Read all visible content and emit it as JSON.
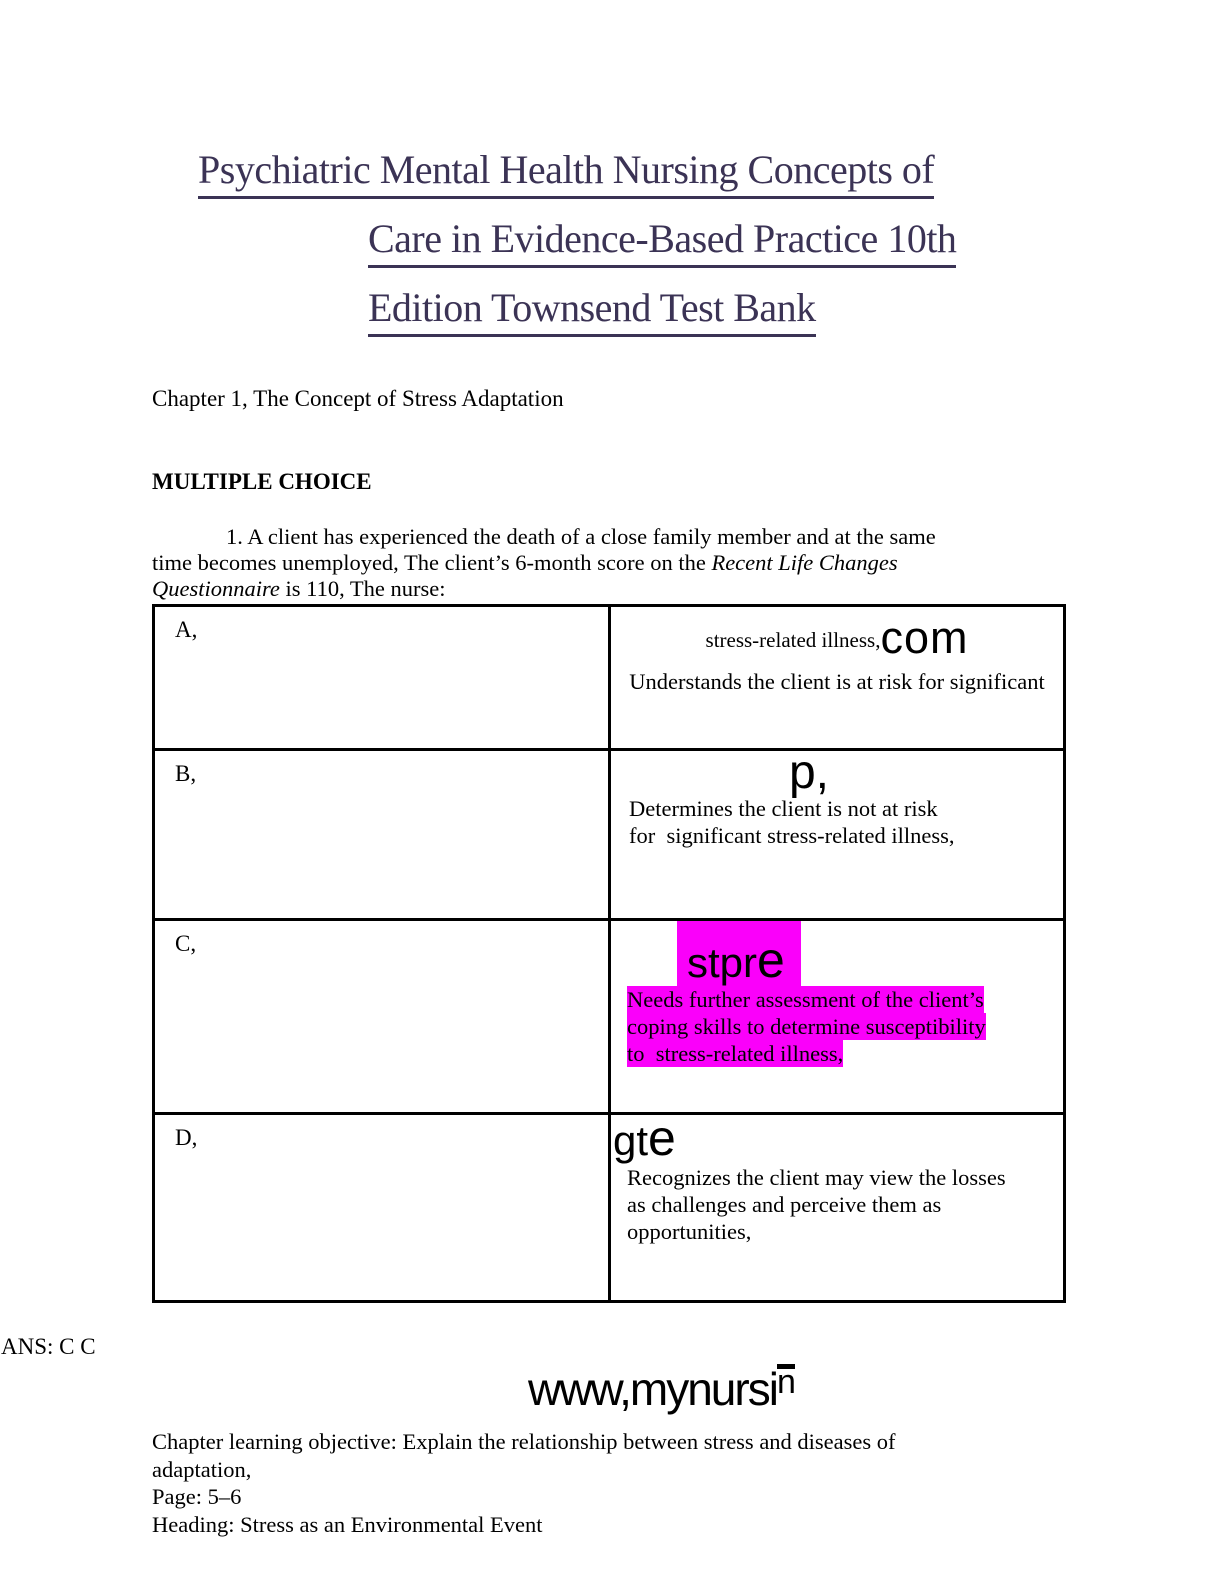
{
  "title": {
    "lines": [
      "Psychiatric Mental Health Nursing Concepts of",
      "Care in Evidence-Based Practice 10th",
      "Edition Townsend Test Bank"
    ],
    "color": "#3b3355"
  },
  "chapter_heading": "Chapter 1, The Concept of Stress Adaptation",
  "section_heading": "MULTIPLE CHOICE",
  "question": {
    "line1": "1. A client has experienced the death of a close family member and at the same",
    "line2_plain": "time becomes unemployed, The client’s 6-month score on the ",
    "line2_italic": "Recent Life Changes",
    "line3_italic": "Questionnaire",
    "line3_plain": " is 110, The nurse:"
  },
  "options": {
    "a": {
      "label": "A,",
      "inline_text": "stress-related illness,",
      "overlay": "com",
      "line": "Understands the client is at risk for significant"
    },
    "b": {
      "label": "B,",
      "overlay": "p,",
      "lines": [
        "Determines the client is not at risk",
        "for  significant stress-related illness,"
      ]
    },
    "c": {
      "label": "C,",
      "overlay_head": "stpr",
      "overlay_tail": "e",
      "highlight_color": "#fa00fa",
      "lines": [
        "Needs further assessment of the client’s",
        "coping skills to determine susceptibility",
        "to  stress-related illness,"
      ]
    },
    "d": {
      "label": "D,",
      "overlay_head": "gt",
      "overlay_tail": "e",
      "lines": [
        "Recognizes the client may view the losses",
        "as challenges and perceive them as",
        "opportunities,"
      ]
    }
  },
  "answer_line": "ANS: C C",
  "watermark": {
    "main": "www,mynursi",
    "sup": "n"
  },
  "footer": {
    "lines": [
      "Chapter learning objective: Explain the relationship between stress and diseases of",
      "adaptation,",
      "Page: 5–6",
      "Heading: Stress as an Environmental Event"
    ]
  }
}
